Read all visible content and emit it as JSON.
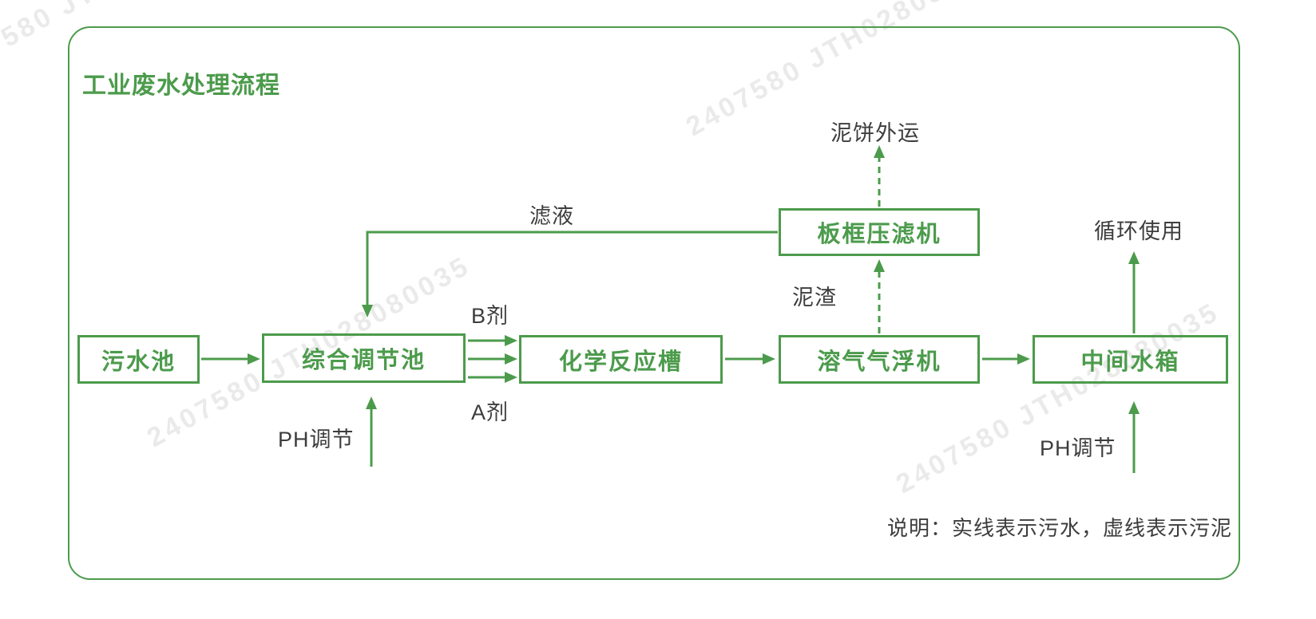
{
  "title": "工业废水处理流程",
  "colors": {
    "line_green": "#4c9b4c",
    "label_dark": "#3d3d3d",
    "watermark_gray": "#eaeaea",
    "background": "#ffffff"
  },
  "nodes": [
    {
      "id": "sewage-pool",
      "label": "污水池"
    },
    {
      "id": "regulation-pool",
      "label": "综合调节池"
    },
    {
      "id": "reaction-tank",
      "label": "化学反应槽"
    },
    {
      "id": "flotation-machine",
      "label": "溶气气浮机"
    },
    {
      "id": "intermediate-tank",
      "label": "中间水箱"
    },
    {
      "id": "filter-press",
      "label": "板框压滤机"
    }
  ],
  "labels": {
    "filtrate": "滤液",
    "agent_b": "B剂",
    "agent_a": "A剂",
    "ph_adjust_left": "PH调节",
    "ph_adjust_right": "PH调节",
    "sludge_residue": "泥渣",
    "sludge_cake_out": "泥饼外运",
    "recycle_use": "循环使用"
  },
  "note": "说明：实线表示污水，虚线表示污泥",
  "watermark": {
    "text": "2407580 JTH028080035"
  }
}
